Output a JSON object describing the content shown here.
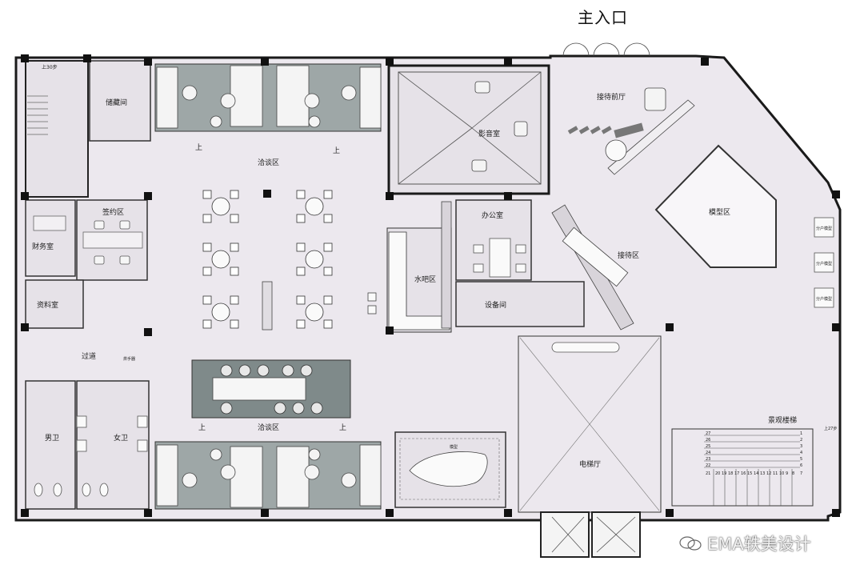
{
  "main_entrance": "主入口",
  "watermark": "EMA轶美设计",
  "colors": {
    "wall": "#1a1a1a",
    "floor": "#ece8ee",
    "room_fill": "#e6e2e8",
    "lounge_rug": "#9ea7a7",
    "bar_table": "#7f8a8a",
    "line": "#444444"
  },
  "rooms": {
    "storage": "储藏间",
    "stairs_small": "上30步",
    "finance": "财务室",
    "signing": "签约区",
    "archive": "资料室",
    "corridor": "过道",
    "mens_wc": "男卫",
    "womens_wc": "女卫",
    "nego_top": "洽谈区",
    "nego_bottom": "洽谈区",
    "theater": "影音室",
    "bar": "水吧区",
    "office": "办公室",
    "equipment": "设备间",
    "reception_front": "接待前厅",
    "reception": "接待区",
    "model": "模型区",
    "elevator_hall": "电梯厅",
    "scenic_stair": "景观楼梯",
    "stair_up": "上27步",
    "model_small": "模型",
    "hand_dryer": "烘手器",
    "sign_board": "分户模型"
  },
  "up_marks": [
    "上",
    "上",
    "上",
    "上"
  ],
  "stair_numbers_left": [
    "27",
    "26",
    "25",
    "24",
    "23",
    "22",
    "21"
  ],
  "stair_numbers_bottom": [
    "20",
    "19",
    "18",
    "17",
    "16",
    "15",
    "14",
    "13",
    "12",
    "11",
    "10",
    "9",
    "8",
    "7"
  ],
  "stair_numbers_right": [
    "1",
    "2",
    "3",
    "4",
    "5",
    "6"
  ]
}
